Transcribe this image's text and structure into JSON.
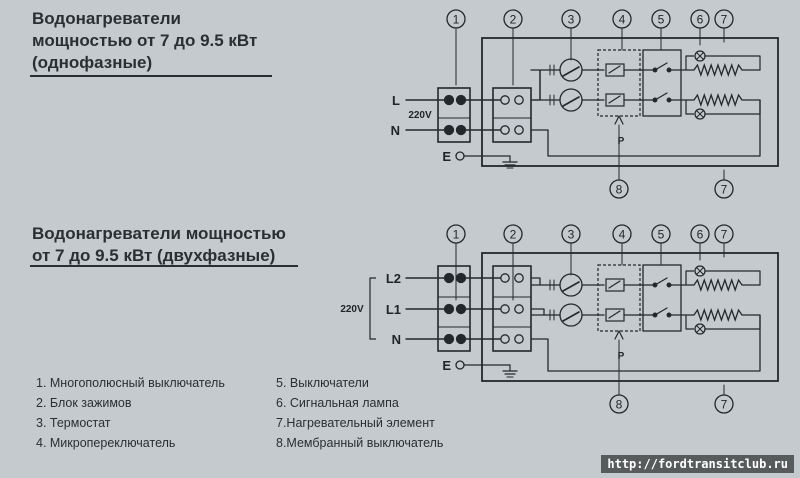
{
  "titles": {
    "single_phase": [
      "Водонагреватели",
      "мощностью от 7 до 9.5 кВт",
      "(однофазные)"
    ],
    "two_phase": [
      "Водонагреватели мощностью",
      "от 7 до 9.5 кВт (двухфазные)"
    ]
  },
  "callout_numbers": [
    "1",
    "2",
    "3",
    "4",
    "5",
    "6",
    "7",
    "8"
  ],
  "diagram_single": {
    "terminals": [
      "L",
      "N",
      "E"
    ],
    "voltage": "220V",
    "p_label": "P"
  },
  "diagram_two": {
    "terminals": [
      "L2",
      "L1",
      "N",
      "E"
    ],
    "voltage": "220V",
    "p_label": "P"
  },
  "legend": {
    "left": [
      "1. Многополюсный выключатель",
      "2. Блок зажимов",
      "3. Термостат",
      "4. Микропереключатель"
    ],
    "right": [
      "5. Выключатели",
      "6. Сигнальная лампа",
      "7.Нагревательный элемент",
      "8.Мембранный выключатель"
    ]
  },
  "watermark": "http://fordtransitclub.ru"
}
